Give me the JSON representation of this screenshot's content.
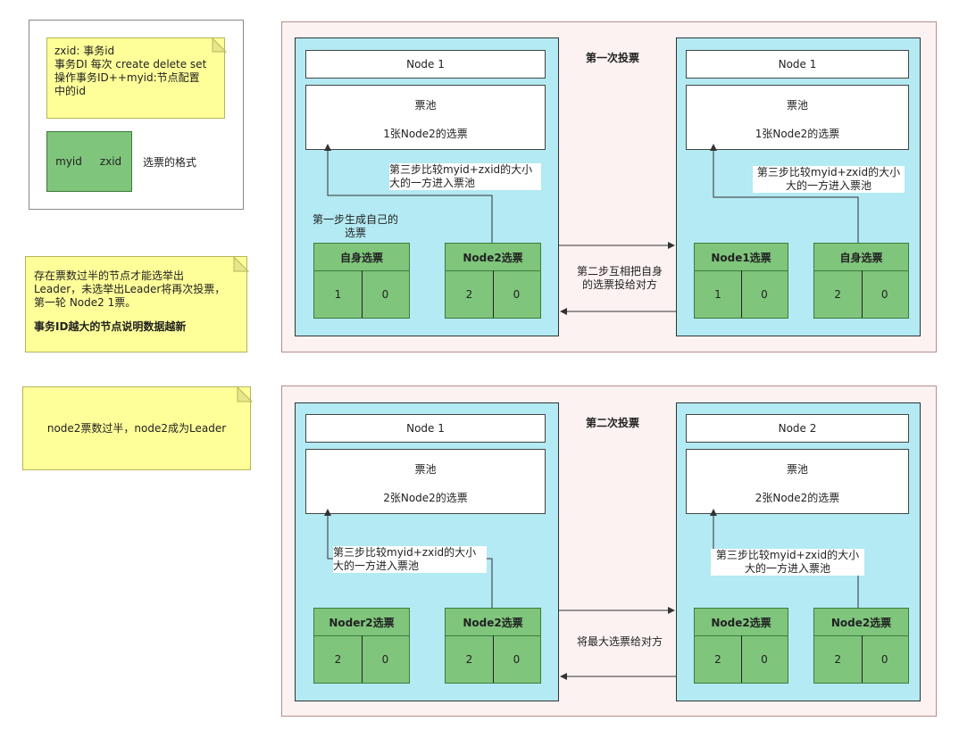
{
  "legend": {
    "note_lines": [
      "zxid: 事务id",
      "事务DI 每次 create delete set",
      "操作事务ID++myid:节点配置",
      "中的id"
    ],
    "cell_myid": "myid",
    "cell_zxid": "zxid",
    "caption": "选票的格式"
  },
  "note_rule": {
    "lines": [
      "存在票数过半的节点才能选举出",
      "Leader，未选举出Leader将再次投票，",
      "第一轮 Node2 1票。"
    ],
    "bold": "事务ID越大的节点说明数据越新"
  },
  "note_result": "node2票数过半，node2成为Leader",
  "round1": {
    "title": "第一次投票",
    "left": {
      "node": "Node 1",
      "pool_title": "票池",
      "pool_text": "1张Node2的选票",
      "ballot_a": {
        "title": "自身选票",
        "myid": "1",
        "zxid": "0"
      },
      "ballot_b": {
        "title": "Node2选票",
        "myid": "2",
        "zxid": "0"
      },
      "step1": [
        "第一步生成自己的",
        "选票"
      ],
      "step3": [
        "第三步比较myid+zxid的大小",
        "大的一方进入票池"
      ]
    },
    "right": {
      "node": "Node 1",
      "pool_title": "票池",
      "pool_text": "1张Node2的选票",
      "ballot_a": {
        "title": "Node1选票",
        "myid": "1",
        "zxid": "0"
      },
      "ballot_b": {
        "title": "自身选票",
        "myid": "2",
        "zxid": "0"
      },
      "step3": [
        "第三步比较myid+zxid的大小",
        "大的一方进入票池"
      ]
    },
    "exchange": [
      "第二步互相把自身",
      "的选票投给对方"
    ]
  },
  "round2": {
    "title": "第二次投票",
    "left": {
      "node": "Node 1",
      "pool_title": "票池",
      "pool_text": "2张Node2的选票",
      "ballot_a": {
        "title": "Noder2选票",
        "myid": "2",
        "zxid": "0"
      },
      "ballot_b": {
        "title": "Node2选票",
        "myid": "2",
        "zxid": "0"
      },
      "step3": [
        "第三步比较myid+zxid的大小",
        "大的一方进入票池"
      ]
    },
    "right": {
      "node": "Node 2",
      "pool_title": "票池",
      "pool_text": "2张Node2的选票",
      "ballot_a": {
        "title": "Node2选票",
        "myid": "2",
        "zxid": "0"
      },
      "ballot_b": {
        "title": "Node2选票",
        "myid": "2",
        "zxid": "0"
      },
      "step3": [
        "第三步比较myid+zxid的大小",
        "大的一方进入票池"
      ]
    },
    "exchange": [
      "将最大选票给对方"
    ]
  },
  "colors": {
    "region_bg": "#fdf2f2",
    "server_bg": "#b3eaf3",
    "ballot_green": "#7fc57c",
    "note_yellow": "#ffff99"
  }
}
